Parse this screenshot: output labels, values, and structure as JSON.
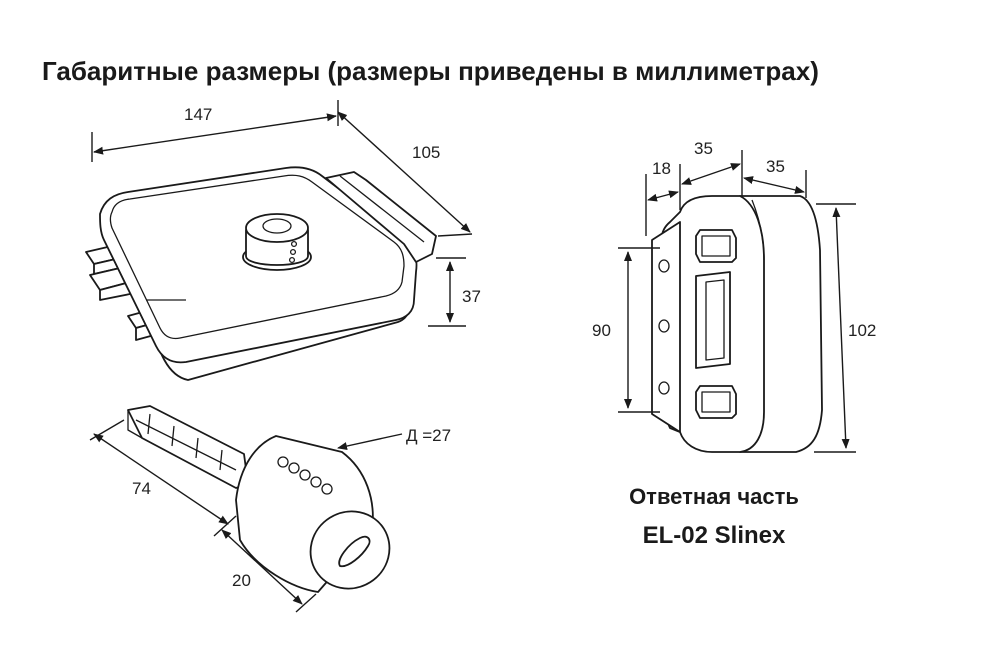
{
  "title": "Габаритные размеры (размеры приведены в миллиметрах)",
  "lock_dimensions": {
    "width": "147",
    "depth": "105",
    "height": "37"
  },
  "key_dimensions": {
    "diameter": "Д =27",
    "length": "74",
    "cylinder": "20"
  },
  "strike_plate_dimensions": {
    "top_left": "18",
    "top_middle": "35",
    "top_right": "35",
    "height_left": "90",
    "height_right": "102"
  },
  "caption": {
    "line1": "Ответная часть",
    "line2": "EL-02 Slinex"
  }
}
